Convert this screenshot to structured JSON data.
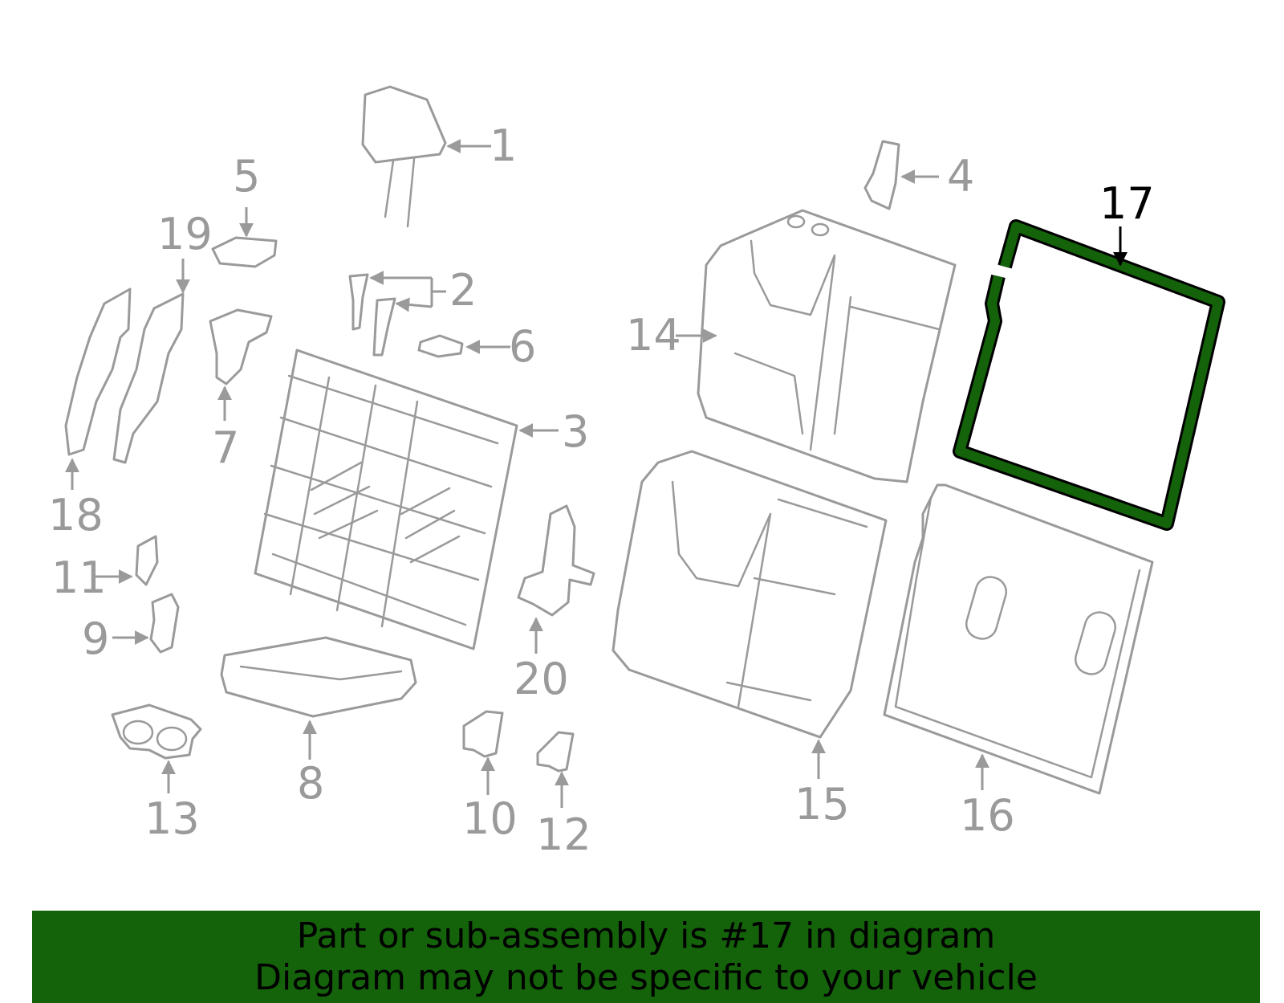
{
  "diagram": {
    "highlight_color": "#14620a",
    "line_color": "#9a9a9a",
    "highlighted_part": "17",
    "callouts": [
      "1",
      "2",
      "3",
      "4",
      "5",
      "6",
      "7",
      "8",
      "9",
      "10",
      "11",
      "12",
      "13",
      "14",
      "15",
      "16",
      "17",
      "18",
      "19",
      "20"
    ]
  },
  "banner": {
    "line1": "Part or sub-assembly is #17 in diagram",
    "line2": "Diagram may not be specific to your vehicle",
    "background": "#14620a"
  }
}
